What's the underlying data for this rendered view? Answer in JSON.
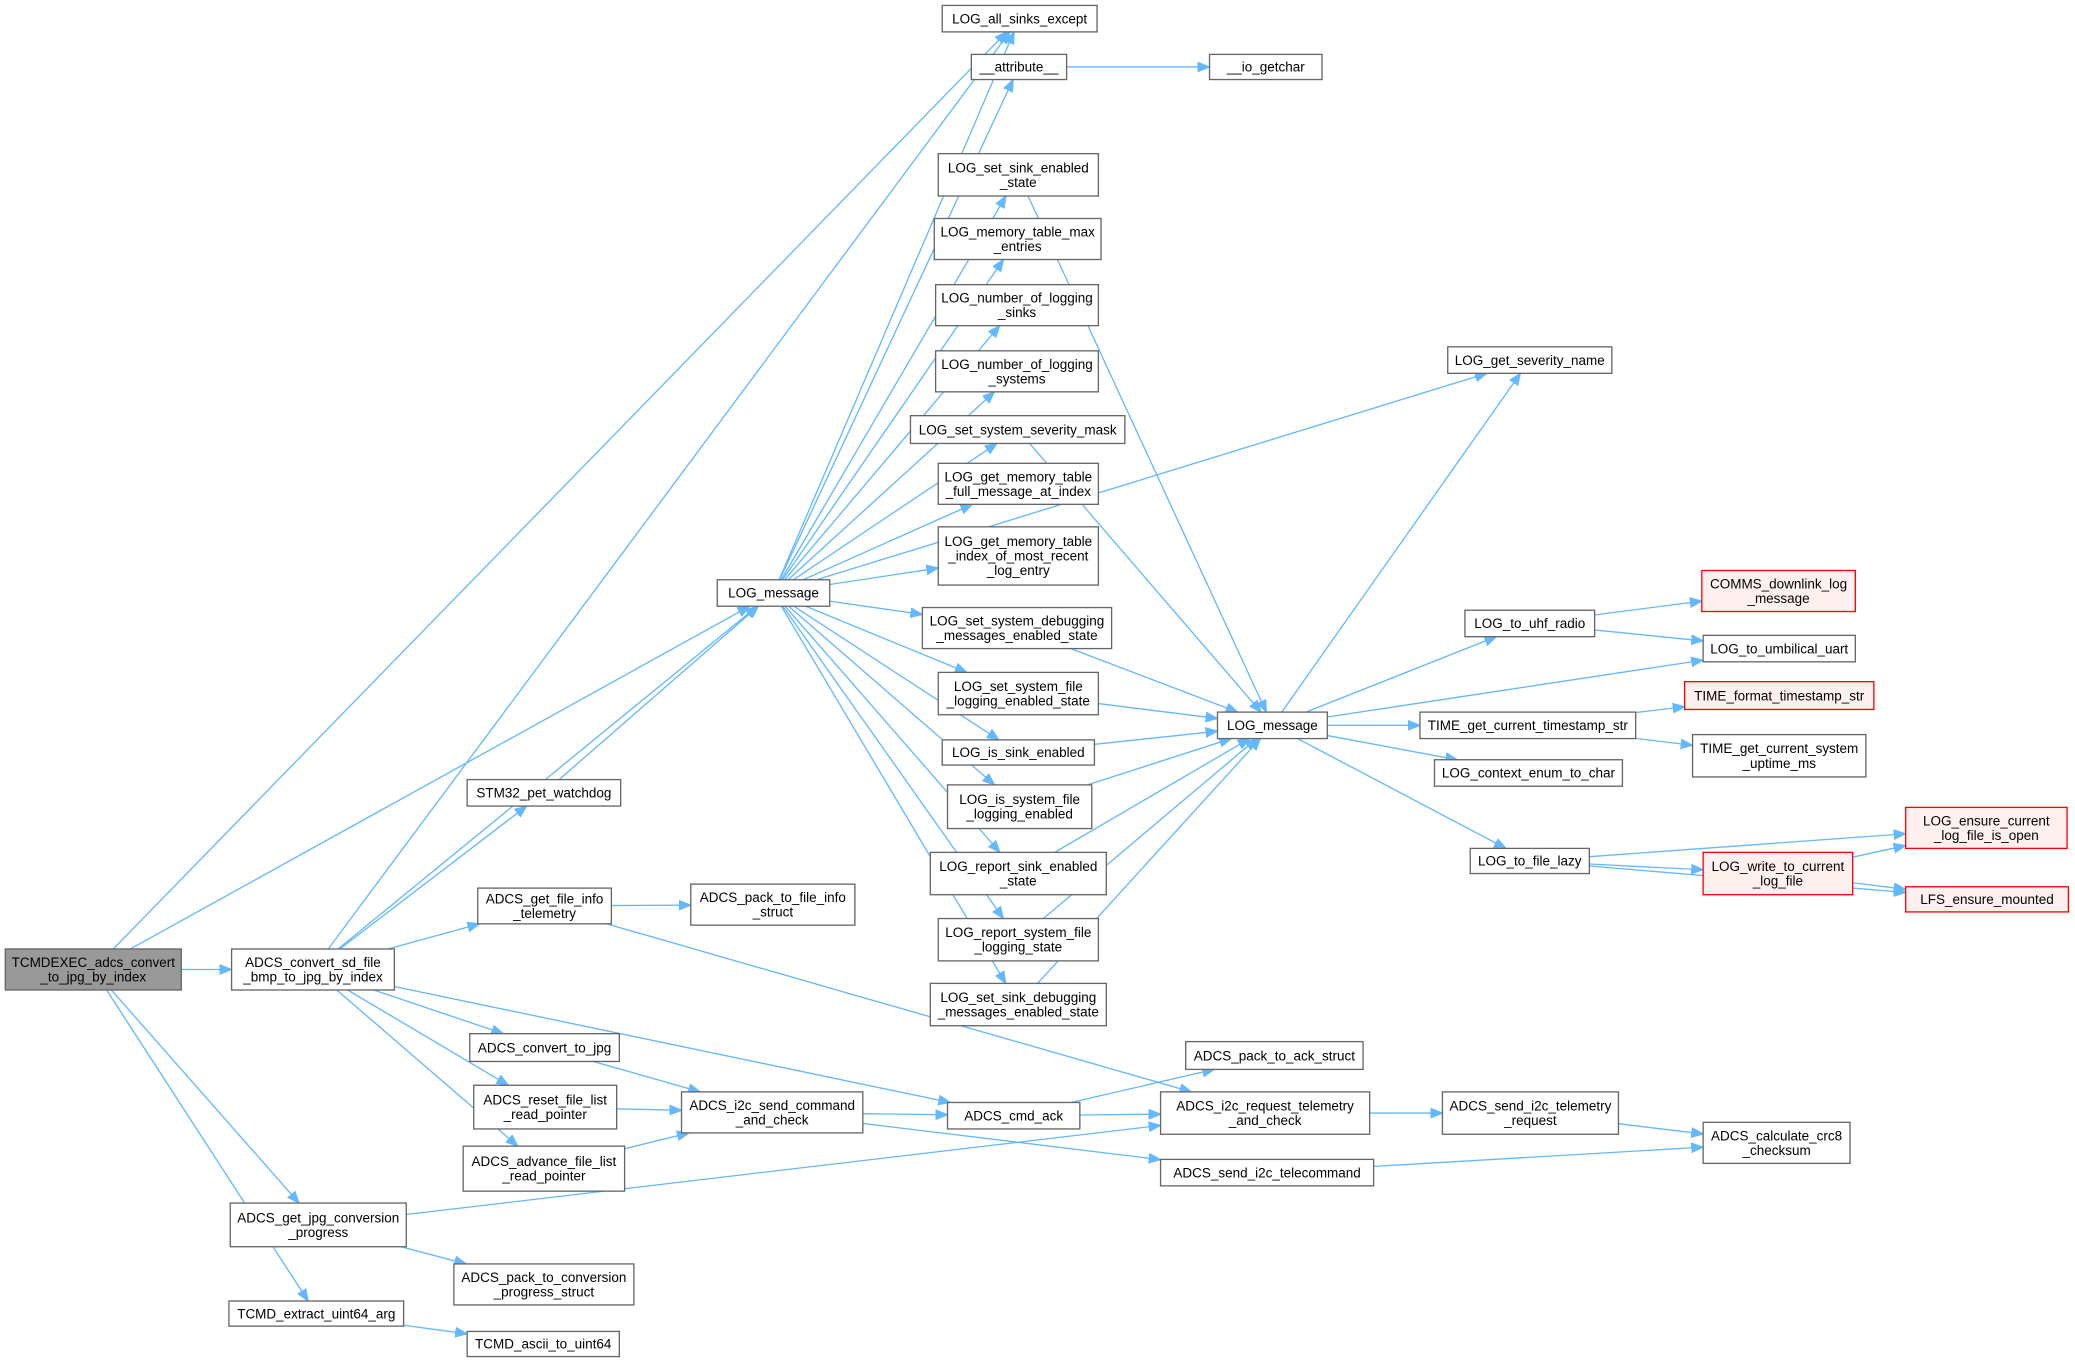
{
  "graph": {
    "colors": {
      "edge": "#63b8ff",
      "root_fill": "#999999",
      "node_border": "#666666",
      "red_border": "#ff0000",
      "red_fill": "#fff0f0"
    },
    "nodes": [
      {
        "id": "tcmdexec",
        "lines": [
          "TCMDEXEC_adcs_convert",
          "_to_jpg_by_index"
        ],
        "style": "root"
      },
      {
        "id": "convert_sd",
        "lines": [
          "ADCS_convert_sd_file",
          "_bmp_to_jpg_by_index"
        ]
      },
      {
        "id": "all_sinks",
        "lines": [
          "LOG_all_sinks_except"
        ]
      },
      {
        "id": "attribute",
        "lines": [
          "__attribute__"
        ]
      },
      {
        "id": "io_getchar",
        "lines": [
          "__io_getchar"
        ]
      },
      {
        "id": "set_sink_enabled",
        "lines": [
          "LOG_set_sink_enabled",
          "_state"
        ]
      },
      {
        "id": "mem_max",
        "lines": [
          "LOG_memory_table_max",
          "_entries"
        ]
      },
      {
        "id": "num_sinks",
        "lines": [
          "LOG_number_of_logging",
          "_sinks"
        ]
      },
      {
        "id": "num_systems",
        "lines": [
          "LOG_number_of_logging",
          "_systems"
        ]
      },
      {
        "id": "sev_mask",
        "lines": [
          "LOG_set_system_severity_mask"
        ]
      },
      {
        "id": "mem_full",
        "lines": [
          "LOG_get_memory_table",
          "_full_message_at_index"
        ]
      },
      {
        "id": "mem_index",
        "lines": [
          "LOG_get_memory_table",
          "_index_of_most_recent",
          "_log_entry"
        ]
      },
      {
        "id": "log_message1",
        "lines": [
          "LOG_message"
        ]
      },
      {
        "id": "sys_debug",
        "lines": [
          "LOG_set_system_debugging",
          "_messages_enabled_state"
        ]
      },
      {
        "id": "sys_file",
        "lines": [
          "LOG_set_system_file",
          "_logging_enabled_state"
        ]
      },
      {
        "id": "is_sink",
        "lines": [
          "LOG_is_sink_enabled"
        ]
      },
      {
        "id": "is_sys_file",
        "lines": [
          "LOG_is_system_file",
          "_logging_enabled"
        ]
      },
      {
        "id": "report_sink",
        "lines": [
          "LOG_report_sink_enabled",
          "_state"
        ]
      },
      {
        "id": "report_sys",
        "lines": [
          "LOG_report_system_file",
          "_logging_state"
        ]
      },
      {
        "id": "sink_debug",
        "lines": [
          "LOG_set_sink_debugging",
          "_messages_enabled_state"
        ]
      },
      {
        "id": "watchdog",
        "lines": [
          "STM32_pet_watchdog"
        ]
      },
      {
        "id": "file_info",
        "lines": [
          "ADCS_get_file_info",
          "_telemetry"
        ]
      },
      {
        "id": "pack_file_info",
        "lines": [
          "ADCS_pack_to_file_info",
          "_struct"
        ]
      },
      {
        "id": "convert_jpg",
        "lines": [
          "ADCS_convert_to_jpg"
        ]
      },
      {
        "id": "reset_ptr",
        "lines": [
          "ADCS_reset_file_list",
          "_read_pointer"
        ]
      },
      {
        "id": "advance_ptr",
        "lines": [
          "ADCS_advance_file_list",
          "_read_pointer"
        ]
      },
      {
        "id": "send_cmd",
        "lines": [
          "ADCS_i2c_send_command",
          "_and_check"
        ]
      },
      {
        "id": "cmd_ack",
        "lines": [
          "ADCS_cmd_ack"
        ]
      },
      {
        "id": "pack_ack",
        "lines": [
          "ADCS_pack_to_ack_struct"
        ]
      },
      {
        "id": "req_tlm",
        "lines": [
          "ADCS_i2c_request_telemetry",
          "_and_check"
        ]
      },
      {
        "id": "send_tc",
        "lines": [
          "ADCS_send_i2c_telecommand"
        ]
      },
      {
        "id": "send_tlm_req",
        "lines": [
          "ADCS_send_i2c_telemetry",
          "_request"
        ]
      },
      {
        "id": "crc8",
        "lines": [
          "ADCS_calculate_crc8",
          "_checksum"
        ]
      },
      {
        "id": "jpg_progress",
        "lines": [
          "ADCS_get_jpg_conversion",
          "_progress"
        ]
      },
      {
        "id": "pack_progress",
        "lines": [
          "ADCS_pack_to_conversion",
          "_progress_struct"
        ]
      },
      {
        "id": "extract_u64",
        "lines": [
          "TCMD_extract_uint64_arg"
        ]
      },
      {
        "id": "ascii_u64",
        "lines": [
          "TCMD_ascii_to_uint64"
        ]
      },
      {
        "id": "log_message2",
        "lines": [
          "LOG_message"
        ]
      },
      {
        "id": "sev_name",
        "lines": [
          "LOG_get_severity_name"
        ]
      },
      {
        "id": "uhf",
        "lines": [
          "LOG_to_uhf_radio"
        ]
      },
      {
        "id": "comms",
        "lines": [
          "COMMS_downlink_log",
          "_message"
        ],
        "style": "red"
      },
      {
        "id": "umbilical",
        "lines": [
          "LOG_to_umbilical_uart"
        ]
      },
      {
        "id": "ts_str",
        "lines": [
          "TIME_get_current_timestamp_str"
        ]
      },
      {
        "id": "ts_format",
        "lines": [
          "TIME_format_timestamp_str"
        ],
        "style": "red"
      },
      {
        "id": "uptime",
        "lines": [
          "TIME_get_current_system",
          "_uptime_ms"
        ]
      },
      {
        "id": "ctx_enum",
        "lines": [
          "LOG_context_enum_to_char"
        ]
      },
      {
        "id": "file_lazy",
        "lines": [
          "LOG_to_file_lazy"
        ]
      },
      {
        "id": "ensure_open",
        "lines": [
          "LOG_ensure_current",
          "_log_file_is_open"
        ],
        "style": "red"
      },
      {
        "id": "write_file",
        "lines": [
          "LOG_write_to_current",
          "_log_file"
        ],
        "style": "red"
      },
      {
        "id": "lfs_mounted",
        "lines": [
          "LFS_ensure_mounted"
        ],
        "style": "red"
      }
    ],
    "edges": [
      [
        "tcmdexec",
        "convert_sd"
      ],
      [
        "tcmdexec",
        "all_sinks"
      ],
      [
        "tcmdexec",
        "log_message1"
      ],
      [
        "tcmdexec",
        "jpg_progress"
      ],
      [
        "tcmdexec",
        "extract_u64"
      ],
      [
        "convert_sd",
        "all_sinks"
      ],
      [
        "convert_sd",
        "log_message1"
      ],
      [
        "convert_sd",
        "watchdog"
      ],
      [
        "convert_sd",
        "file_info"
      ],
      [
        "convert_sd",
        "convert_jpg"
      ],
      [
        "convert_sd",
        "reset_ptr"
      ],
      [
        "convert_sd",
        "advance_ptr"
      ],
      [
        "convert_sd",
        "cmd_ack"
      ],
      [
        "log_message1",
        "all_sinks"
      ],
      [
        "log_message1",
        "attribute"
      ],
      [
        "log_message1",
        "sev_name"
      ],
      [
        "log_message1",
        "set_sink_enabled"
      ],
      [
        "log_message1",
        "mem_max"
      ],
      [
        "log_message1",
        "num_sinks"
      ],
      [
        "log_message1",
        "num_systems"
      ],
      [
        "log_message1",
        "sev_mask"
      ],
      [
        "log_message1",
        "mem_full"
      ],
      [
        "log_message1",
        "mem_index"
      ],
      [
        "log_message1",
        "sys_debug"
      ],
      [
        "log_message1",
        "sys_file"
      ],
      [
        "log_message1",
        "is_sink"
      ],
      [
        "log_message1",
        "is_sys_file"
      ],
      [
        "log_message1",
        "report_sink"
      ],
      [
        "log_message1",
        "report_sys"
      ],
      [
        "log_message1",
        "sink_debug"
      ],
      [
        "attribute",
        "io_getchar"
      ],
      [
        "watchdog",
        "log_message1"
      ],
      [
        "set_sink_enabled",
        "log_message2"
      ],
      [
        "sev_mask",
        "log_message2"
      ],
      [
        "sys_debug",
        "log_message2"
      ],
      [
        "sys_file",
        "log_message2"
      ],
      [
        "is_sink",
        "log_message2"
      ],
      [
        "is_sys_file",
        "log_message2"
      ],
      [
        "report_sink",
        "log_message2"
      ],
      [
        "report_sys",
        "log_message2"
      ],
      [
        "sink_debug",
        "log_message2"
      ],
      [
        "log_message2",
        "sev_name"
      ],
      [
        "log_message2",
        "uhf"
      ],
      [
        "log_message2",
        "umbilical"
      ],
      [
        "log_message2",
        "ts_str"
      ],
      [
        "log_message2",
        "ctx_enum"
      ],
      [
        "log_message2",
        "file_lazy"
      ],
      [
        "uhf",
        "comms"
      ],
      [
        "uhf",
        "umbilical"
      ],
      [
        "ts_str",
        "ts_format"
      ],
      [
        "ts_str",
        "uptime"
      ],
      [
        "file_lazy",
        "ensure_open"
      ],
      [
        "file_lazy",
        "write_file"
      ],
      [
        "file_lazy",
        "lfs_mounted"
      ],
      [
        "write_file",
        "ensure_open"
      ],
      [
        "write_file",
        "lfs_mounted"
      ],
      [
        "file_info",
        "pack_file_info"
      ],
      [
        "file_info",
        "req_tlm"
      ],
      [
        "convert_jpg",
        "send_cmd"
      ],
      [
        "reset_ptr",
        "send_cmd"
      ],
      [
        "advance_ptr",
        "send_cmd"
      ],
      [
        "send_cmd",
        "cmd_ack"
      ],
      [
        "send_cmd",
        "send_tc"
      ],
      [
        "cmd_ack",
        "pack_ack"
      ],
      [
        "cmd_ack",
        "req_tlm"
      ],
      [
        "req_tlm",
        "send_tlm_req"
      ],
      [
        "send_tlm_req",
        "crc8"
      ],
      [
        "send_tc",
        "crc8"
      ],
      [
        "jpg_progress",
        "req_tlm"
      ],
      [
        "jpg_progress",
        "pack_progress"
      ],
      [
        "extract_u64",
        "ascii_u64"
      ]
    ]
  }
}
